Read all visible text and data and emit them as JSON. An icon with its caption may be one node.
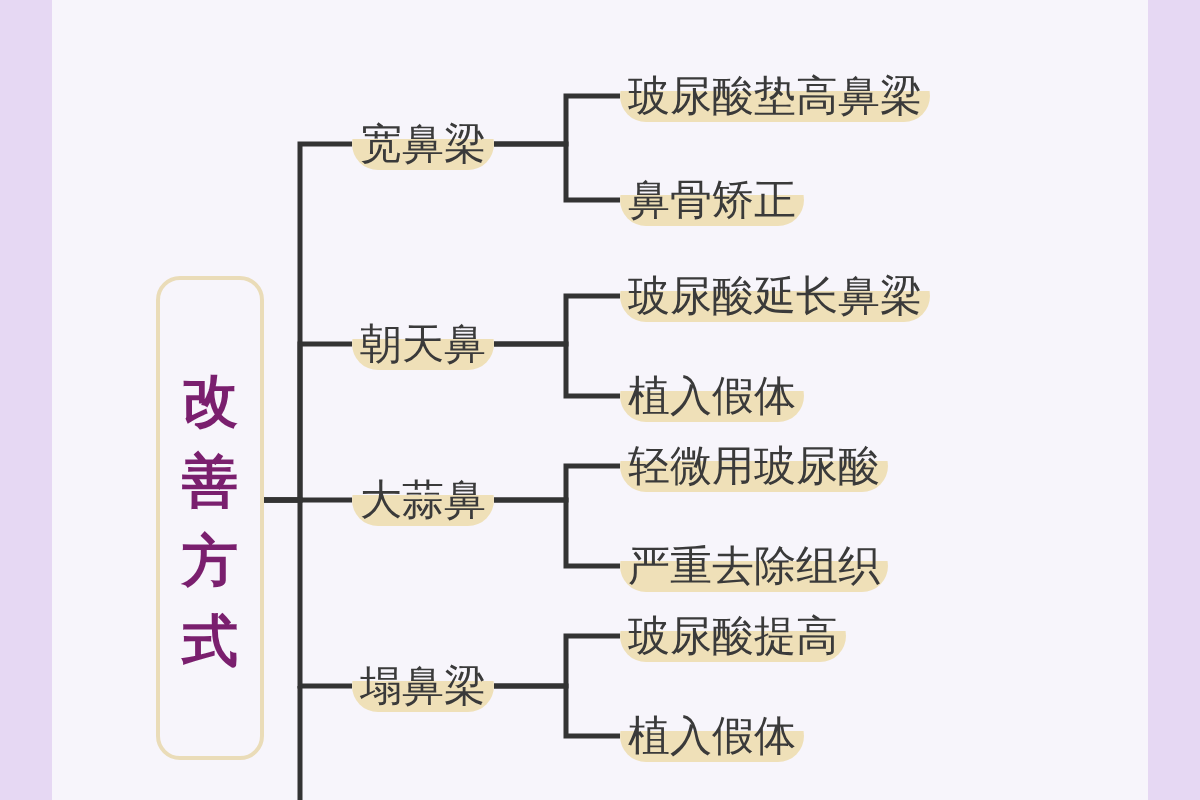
{
  "diagram": {
    "nodes": [
      {
        "text": [
          "改善方式"
        ]
      },
      {
        "text": [
          "宽鼻梁"
        ]
      },
      {
        "text": [
          "玻尿酸垫高鼻梁"
        ]
      },
      {
        "text": [
          "鼻骨矫正"
        ]
      },
      {
        "text": [
          "朝天鼻"
        ]
      },
      {
        "text": [
          "玻尿酸延长鼻梁"
        ]
      },
      {
        "text": [
          "植入假体"
        ]
      },
      {
        "text": [
          "大蒜鼻"
        ]
      },
      {
        "text": [
          "轻微用玻尿酸"
        ]
      },
      {
        "text": [
          "严重去除组织"
        ]
      },
      {
        "text": [
          "塌鼻梁"
        ]
      },
      {
        "text": [
          "玻尿酸提高"
        ]
      },
      {
        "text": [
          "植入假体"
        ]
      }
    ],
    "edges": [
      {
        "from": 0,
        "to": 1,
        "arrow": "none"
      },
      {
        "from": 1,
        "to": 2,
        "arrow": "none"
      },
      {
        "from": 1,
        "to": 3,
        "arrow": "none"
      },
      {
        "from": 0,
        "to": 4,
        "arrow": "none"
      },
      {
        "from": 4,
        "to": 5,
        "arrow": "none"
      },
      {
        "from": 4,
        "to": 6,
        "arrow": "none"
      },
      {
        "from": 0,
        "to": 7,
        "arrow": "none"
      },
      {
        "from": 7,
        "to": 8,
        "arrow": "none"
      },
      {
        "from": 7,
        "to": 9,
        "arrow": "none"
      },
      {
        "from": 0,
        "to": 10,
        "arrow": "none"
      },
      {
        "from": 10,
        "to": 11,
        "arrow": "none"
      },
      {
        "from": 10,
        "to": 12,
        "arrow": "none"
      }
    ]
  }
}
